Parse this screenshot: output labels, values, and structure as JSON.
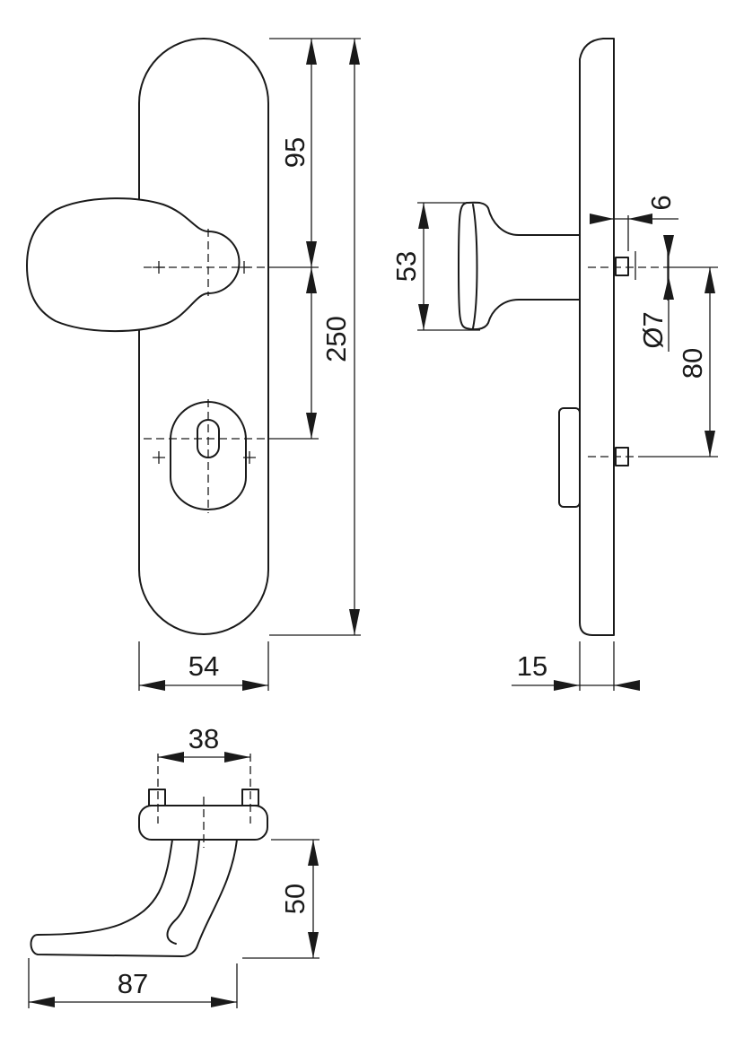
{
  "dimensions": {
    "front_top_to_knob_axis": "95",
    "front_total_height": "250",
    "front_width": "54",
    "side_knob_diameter": "53",
    "side_pin_offset": "6",
    "side_pin_diameter": "Ø7",
    "side_axis_spacing": "80",
    "side_thickness": "15",
    "lever_pin_spacing": "38",
    "lever_height": "50",
    "lever_length": "87"
  },
  "colors": {
    "line": "#1a1a1a",
    "background": "#ffffff"
  }
}
